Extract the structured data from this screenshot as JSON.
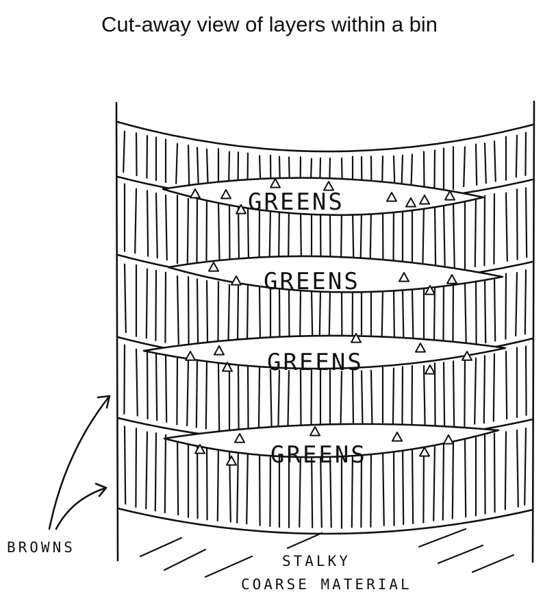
{
  "title": "Cut-away view of layers within a bin",
  "layers": [
    {
      "label": "GREENS"
    },
    {
      "label": "GREENS"
    },
    {
      "label": "GREENS"
    },
    {
      "label": "GREENS"
    }
  ],
  "browns_label": "BROWNS",
  "base_label_line1": "STALKY",
  "base_label_line2": "COARSE MATERIAL"
}
